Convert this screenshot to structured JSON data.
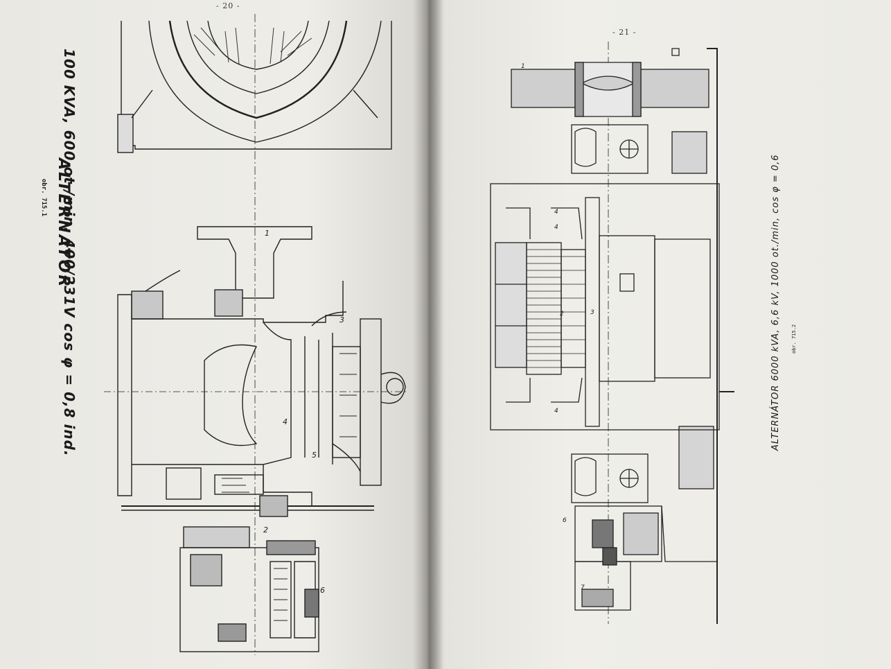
{
  "left_page": {
    "page_number": "- 20 -",
    "title": "ALTERNÁTOR",
    "spec_line": "100 KVA, 600 ot./min. 400/231V cos φ = 0,8 ind.",
    "figure_ref": "obr. 715.1",
    "callouts": [
      "1",
      "2",
      "3",
      "4",
      "5",
      "6"
    ]
  },
  "right_page": {
    "page_number": "- 21 -",
    "caption": "ALTERNÁTOR 6000 kVA, 6,6 kV, 1000 ot./min, cos φ = 0,6",
    "figure_ref": "obr. 715.2",
    "callouts": [
      "1",
      "2",
      "3",
      "4",
      "4",
      "4",
      "6",
      "7"
    ]
  }
}
